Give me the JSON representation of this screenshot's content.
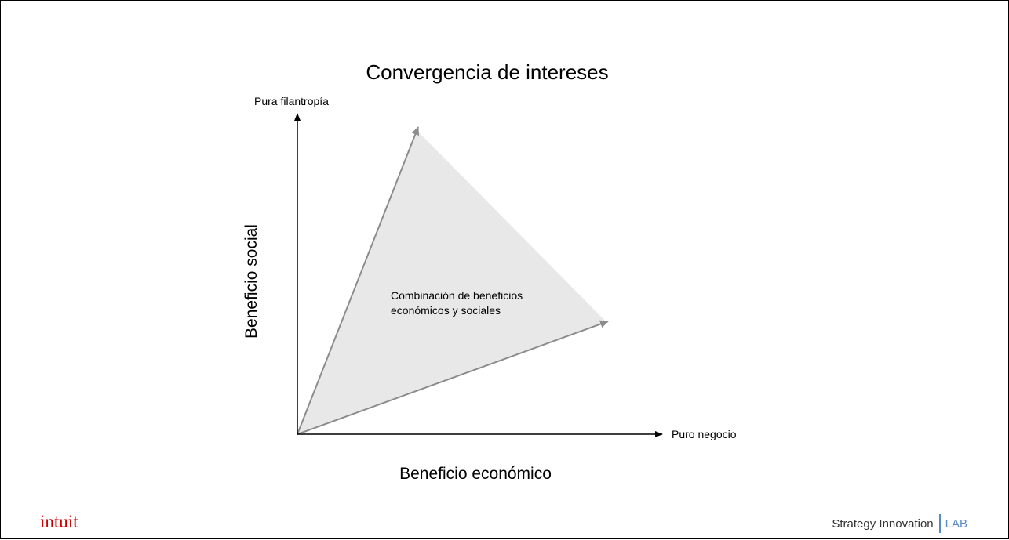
{
  "slide": {
    "title": "Convergencia de intereses"
  },
  "diagram": {
    "y_axis_end_label": "Pura filantropía",
    "x_axis_end_label": "Puro negocio",
    "y_axis_title": "Beneficio social",
    "x_axis_title": "Beneficio económico",
    "region_label_line1": "Combinación de beneficios",
    "region_label_line2": "económicos y sociales"
  },
  "footer": {
    "brand_left": "intuit",
    "brand_right_main": "Strategy Innovation",
    "brand_right_suffix": "LAB"
  },
  "colors": {
    "region_fill": "#e8e8e8",
    "vector_stroke": "#8c8c8c",
    "axis": "#000000",
    "brand_left": "#cc0000",
    "brand_right_accent": "#5a8ac6"
  }
}
